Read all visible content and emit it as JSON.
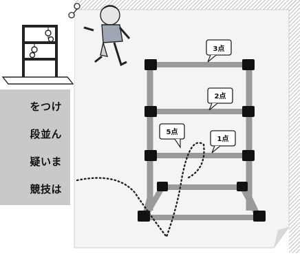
{
  "colors": {
    "background": "#ffffff",
    "panel_gray": "#c9c9c9",
    "frame_gray": "#9a9a9a",
    "joint_black": "#111111",
    "card_bg": "#f4f4f4"
  },
  "text_panel": {
    "lines": [
      "をつけ",
      "段並ん",
      "疑いま",
      "競技は"
    ]
  },
  "score_signs": [
    {
      "label": "3点"
    },
    {
      "label": "2点"
    },
    {
      "label": "5点"
    },
    {
      "label": "1点"
    }
  ],
  "icons": [
    "ladder-toss-frame-icon",
    "child-throwing-icon",
    "bola-icon",
    "dotted-trajectory-icon"
  ]
}
